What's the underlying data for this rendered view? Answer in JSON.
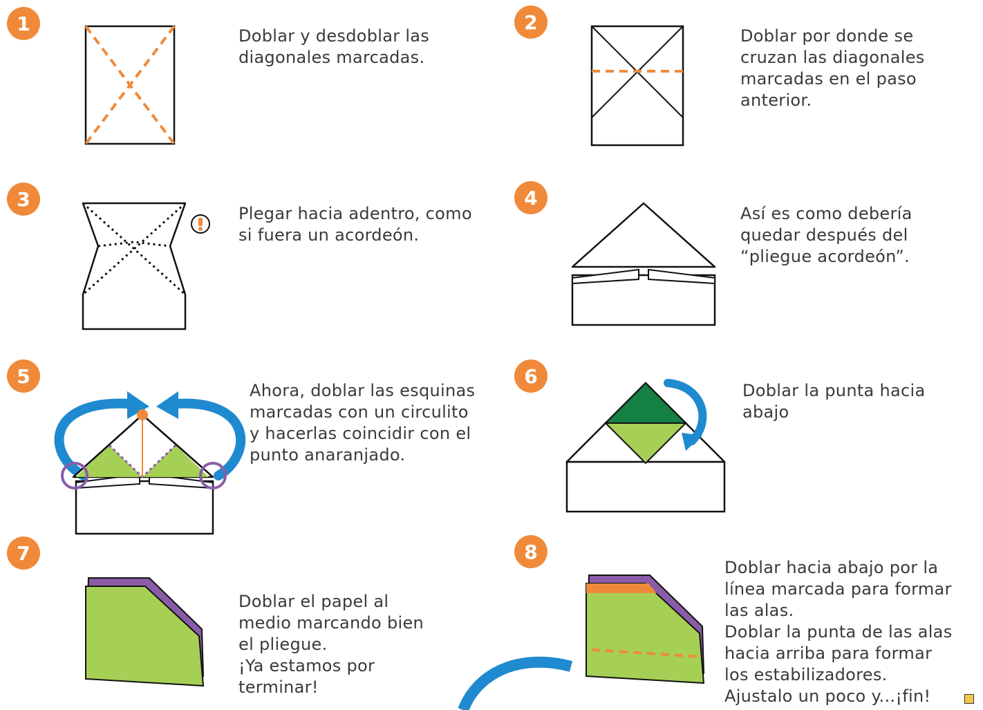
{
  "colors": {
    "accent": "#f08a3a",
    "dashed_fold": "#f08a3a",
    "green_light": "#a6cf55",
    "green_dark": "#148043",
    "purple": "#8a5ca8",
    "blue_arrow": "#1f8ad0"
  },
  "steps": [
    {
      "number": "1",
      "text": "Doblar y desdoblar las\ndiagonales marcadas."
    },
    {
      "number": "2",
      "text": "Doblar por donde se\ncruzan las diagonales\nmarcadas en el paso\nanterior."
    },
    {
      "number": "3",
      "text": "Plegar hacia adentro, como\nsi fuera un acordeón."
    },
    {
      "number": "4",
      "text": "Así es como debería\nquedar después del\n“pliegue acordeón”."
    },
    {
      "number": "5",
      "text": "Ahora, doblar las esquinas\nmarcadas con un circulito\ny hacerlas coincidir con el\npunto anaranjado."
    },
    {
      "number": "6",
      "text": "Doblar la punta hacia\nabajo"
    },
    {
      "number": "7",
      "text": "Doblar el papel al\nmedio marcando bien\nel pliegue.\n¡Ya estamos por\nterminar!"
    },
    {
      "number": "8",
      "text": "Doblar hacia abajo por la\nlínea marcada para formar\nlas alas.\nDoblar la punta de las alas\nhacia arriba para formar\nlos estabilizadores.\nAjustalo un poco y...¡fin!"
    }
  ],
  "icons": {
    "warning": "warning-icon",
    "arrow": "curved-arrow-icon",
    "small": "small-square-icon"
  }
}
